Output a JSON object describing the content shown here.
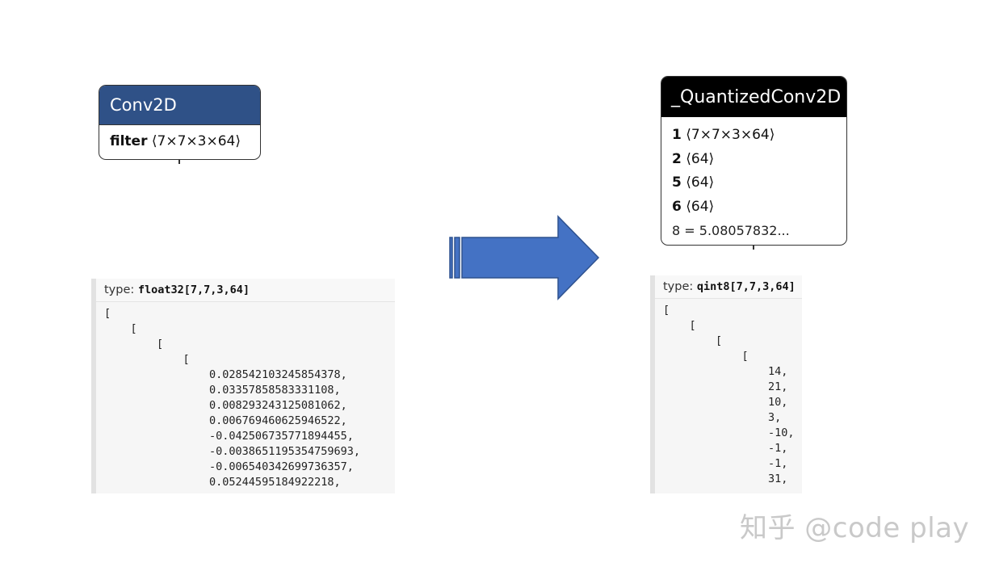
{
  "source_node": {
    "title": "Conv2D",
    "attr_name": "filter",
    "attr_value": "⟨7×7×3×64⟩",
    "header_color": "#2f5187"
  },
  "target_node": {
    "title": "_QuantizedConv2D",
    "header_color": "#000000",
    "inputs": [
      {
        "name": "1",
        "value": "⟨7×7×3×64⟩"
      },
      {
        "name": "2",
        "value": "⟨64⟩"
      },
      {
        "name": "5",
        "value": "⟨64⟩"
      },
      {
        "name": "6",
        "value": "⟨64⟩"
      }
    ],
    "attribute": "8 = 5.08057832..."
  },
  "float_tensor": {
    "type_label": "type:",
    "type_value": "float32[7,7,3,64]",
    "lines": [
      "[",
      "    [",
      "        [",
      "            [",
      "                0.028542103245854378,",
      "                0.03357858583331108,",
      "                0.008293243125081062,",
      "                0.006769460625946522,",
      "                -0.042506735771894455,",
      "                -0.0038651195354759693,",
      "                -0.006540342699736357,",
      "                0.05244595184922218,"
    ]
  },
  "qint_tensor": {
    "type_label": "type:",
    "type_value": "qint8[7,7,3,64]",
    "lines": [
      "[",
      "    [",
      "        [",
      "            [",
      "                14,",
      "                21,",
      "                10,",
      "                3,",
      "                -10,",
      "                -1,",
      "                -1,",
      "                31,"
    ]
  },
  "arrow": {
    "color": "#4472c4",
    "stroke": "#2f528f"
  },
  "watermark": "知乎 @code play"
}
